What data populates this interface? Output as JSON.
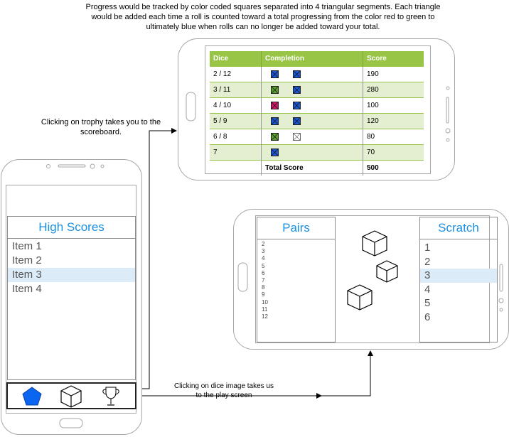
{
  "notes": {
    "top": "Progress would be tracked by color coded squares separated into 4 triangular segments. Each triangle would be added each time a roll is counted toward a total progressing from the color red to green to ultimately blue when rolls can no longer be added toward your total.",
    "trophy": "Clicking on trophy takes you to the scoreboard.",
    "dice": "Clicking on dice image takes us to the play screen"
  },
  "high_scores": {
    "title": "High Scores",
    "items": [
      "Item 1",
      "Item 2",
      "Item 3",
      "Item 4"
    ],
    "selected_index": 2
  },
  "toolbar": {
    "icons": [
      "pentagon-icon",
      "dice-icon",
      "trophy-icon"
    ]
  },
  "scoreboard": {
    "headers": [
      "Dice",
      "Completion",
      "Score"
    ],
    "rows": [
      {
        "dice": "2 / 12",
        "score": "190",
        "marks": [
          "blue",
          "blue"
        ]
      },
      {
        "dice": "3 / 11",
        "score": "280",
        "marks": [
          "green",
          "blue"
        ]
      },
      {
        "dice": "4 / 10",
        "score": "100",
        "marks": [
          "red",
          "blue"
        ]
      },
      {
        "dice": "5 / 9",
        "score": "120",
        "marks": [
          "blue",
          "blue"
        ]
      },
      {
        "dice": "6 / 8",
        "score": "80",
        "marks": [
          "green",
          "empty"
        ]
      },
      {
        "dice": "7",
        "score": "70",
        "marks": [
          "blue"
        ]
      }
    ],
    "total_label": "Total Score",
    "total_value": "500"
  },
  "play": {
    "pairs_title": "Pairs",
    "pairs": [
      "2",
      "3",
      "4",
      "5",
      "6",
      "7",
      "8",
      "9",
      "10",
      "11",
      "12"
    ],
    "scratch_title": "Scratch",
    "scratch": [
      "1",
      "2",
      "3",
      "4",
      "5",
      "6"
    ],
    "scratch_selected_index": 2
  },
  "colors": {
    "accent_blue": "#1b8fe0",
    "table_header_green": "#99c546",
    "table_row_green": "#e4efd1",
    "mark_blue": "#1a57d6",
    "mark_green": "#5aa02c",
    "mark_red": "#d0166a",
    "selected_row": "#dcebf8"
  }
}
